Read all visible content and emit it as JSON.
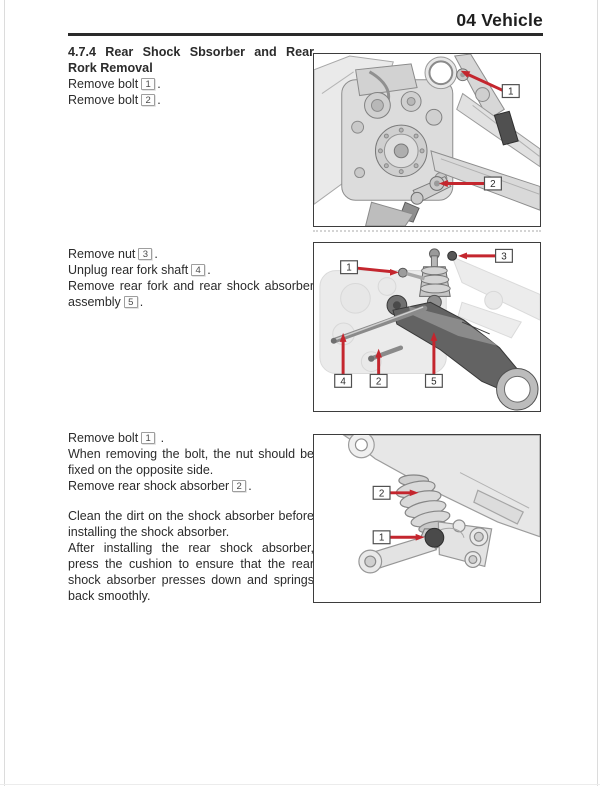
{
  "header": {
    "title": "04 Vehicle"
  },
  "section": {
    "title": "4.7.4 Rear Shock Sbsorber and Rear Rork Removal"
  },
  "block1": {
    "steps": [
      {
        "pre": "Remove bolt",
        "callout": "1",
        "post": "."
      },
      {
        "pre": "Remove bolt",
        "callout": "2",
        "post": "."
      }
    ]
  },
  "block2": {
    "steps": [
      {
        "pre": "Remove nut",
        "callout": "3",
        "post": "."
      },
      {
        "pre": "Unplug rear fork shaft",
        "callout": "4",
        "post": "."
      },
      {
        "pre": "Remove rear fork and rear shock absorber assembly",
        "callout": "5",
        "post": "."
      }
    ]
  },
  "block3": {
    "step_remove_bolt": {
      "pre": "Remove bolt",
      "callout": "1",
      "post": " ."
    },
    "note_nut": "When removing the bolt, the nut should be fixed on the opposite side.",
    "step_remove_shock": {
      "pre": "Remove rear shock absorber",
      "callout": "2",
      "post": "."
    },
    "para_clean": "Clean the dirt on the shock absorber before installing the shock absorber.",
    "para_install": "After installing the rear shock absorber, press the cushion to ensure that the rear shock absorber presses down and springs back smoothly."
  },
  "figures": {
    "fig1": {
      "labels": {
        "l1": "1",
        "l2": "2"
      }
    },
    "fig2": {
      "labels": {
        "l1": "1",
        "l2": "2",
        "l3": "3",
        "l4": "4",
        "l5": "5"
      }
    },
    "fig3": {
      "labels": {
        "l1": "1",
        "l2": "2"
      }
    }
  },
  "colors": {
    "arrow": "#c4262e",
    "text": "#2b2b2b",
    "rule": "#2a2a2a",
    "figure_border": "#3d3d3d",
    "callout_border": "#9e9e9e",
    "edge_line": "#dcdcdc"
  }
}
